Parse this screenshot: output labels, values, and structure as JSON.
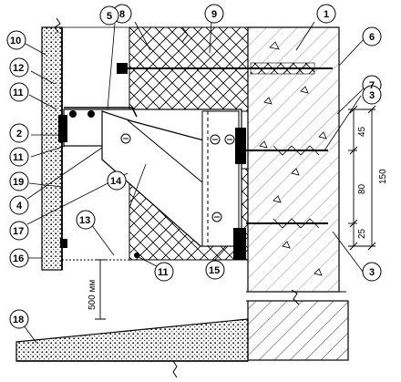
{
  "callouts": [
    "1",
    "2",
    "3",
    "3",
    "4",
    "5",
    "6",
    "7",
    "8",
    "9",
    "10",
    "11",
    "11",
    "11",
    "12",
    "13",
    "14",
    "15",
    "16",
    "17",
    "18",
    "19"
  ],
  "dimensions": {
    "d45": "45",
    "d80": "80",
    "d25": "25",
    "d150": "150",
    "height_500": "500 мм"
  },
  "colors": {
    "line": "#000000",
    "background": "#ffffff"
  }
}
